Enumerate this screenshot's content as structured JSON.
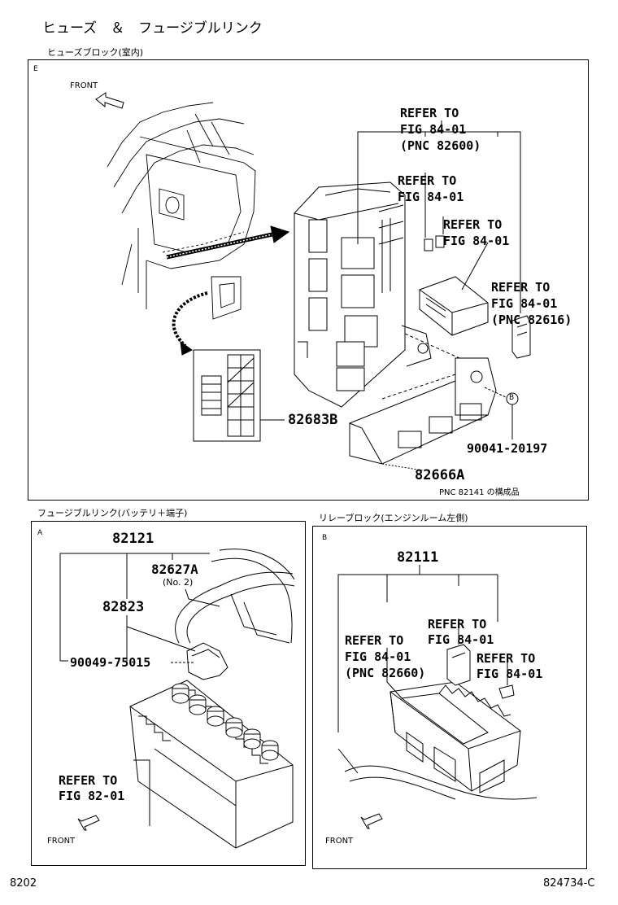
{
  "page_title": "ヒューズ　＆　フュージブルリンク",
  "panel_top": {
    "caption": "ヒューズブロック(室内)",
    "corner_mark": "E",
    "front_label": "FRONT",
    "refer_1": [
      "REFER TO",
      "FIG 84-01",
      "(PNC 82600)"
    ],
    "refer_2": [
      "REFER TO",
      "FIG 84-01"
    ],
    "refer_3": [
      "REFER TO",
      "FIG 84-01"
    ],
    "refer_4": [
      "REFER TO",
      "FIG 84-01",
      "(PNC 82616)"
    ],
    "part_82683b": "82683B",
    "part_90041": "90041-20197",
    "part_82666a": "82666A",
    "note_pnc": "PNC 82141 の構成品",
    "callout_b": "B"
  },
  "panel_a": {
    "caption": "フュージブルリンク(バッテリ＋端子)",
    "corner_mark": "A",
    "part_82121": "82121",
    "part_82627a": "82627A",
    "part_82627a_sub": "(No. 2)",
    "part_82823": "82823",
    "part_90049": "90049-75015",
    "refer": [
      "REFER TO",
      "FIG 82-01"
    ],
    "front_label": "FRONT"
  },
  "panel_b": {
    "caption": "リレーブロック(エンジンルーム左側)",
    "corner_mark": "B",
    "part_82111": "82111",
    "refer_1": [
      "REFER TO",
      "FIG 84-01",
      "(PNC 82660)"
    ],
    "refer_2": [
      "REFER TO",
      "FIG 84-01"
    ],
    "refer_3": [
      "REFER TO",
      "FIG 84-01"
    ],
    "front_label": "FRONT"
  },
  "footer_left": "8202",
  "footer_right": "824734-C"
}
